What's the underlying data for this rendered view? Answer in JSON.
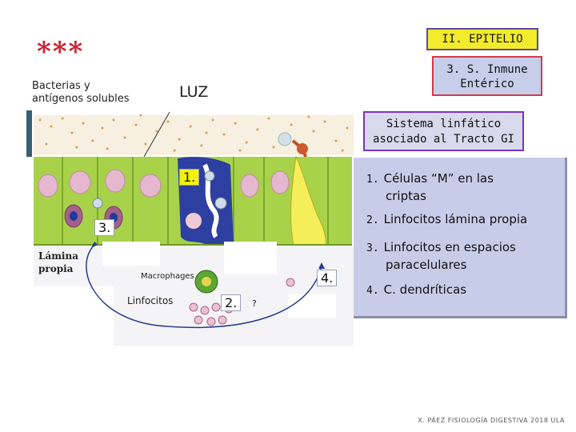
{
  "stars": "***",
  "bacteria_label": "Bacterias y antígenos solubles",
  "luz_label": "LUZ",
  "epitelio_box": "II. EPITELIO",
  "inmune_box": {
    "line1": "3. S. Inmune",
    "line2": "Entérico"
  },
  "sistema_box": {
    "line1": "Sistema linfático",
    "line2": "asociado al Tracto GI"
  },
  "panel_items": [
    {
      "num": "1.",
      "line1": "Células “M” en las",
      "line2": "criptas"
    },
    {
      "num": "2.",
      "line1": "Linfocitos lámina propia",
      "line2": ""
    },
    {
      "num": "3.",
      "line1": "Linfocitos en espacios",
      "line2": "paracelulares"
    },
    {
      "num": "4.",
      "line1": "C. dendríticas",
      "line2": ""
    }
  ],
  "diagram_labels": {
    "m1": "1.",
    "m2": "2.",
    "m3": "3.",
    "m4": "4.",
    "lamina_line1": "Lámina",
    "lamina_line2": "propia",
    "macrophages": "Macrophages",
    "linfocitos": "Linfocitos",
    "question": "?"
  },
  "footer": "X. PÁEZ  FISIOLOGÍA DIGESTIVA 2018  ULA",
  "colors": {
    "stars": "#cc1f2f",
    "epitelio_fill": "#f2ec2c",
    "inmune_fill": "#c6cee9",
    "sistema_border": "#7a30c8",
    "panel_fill": "#c7cde9",
    "epithelium_green": "#a8d24a",
    "mucus_dots": "#d6a35a"
  }
}
